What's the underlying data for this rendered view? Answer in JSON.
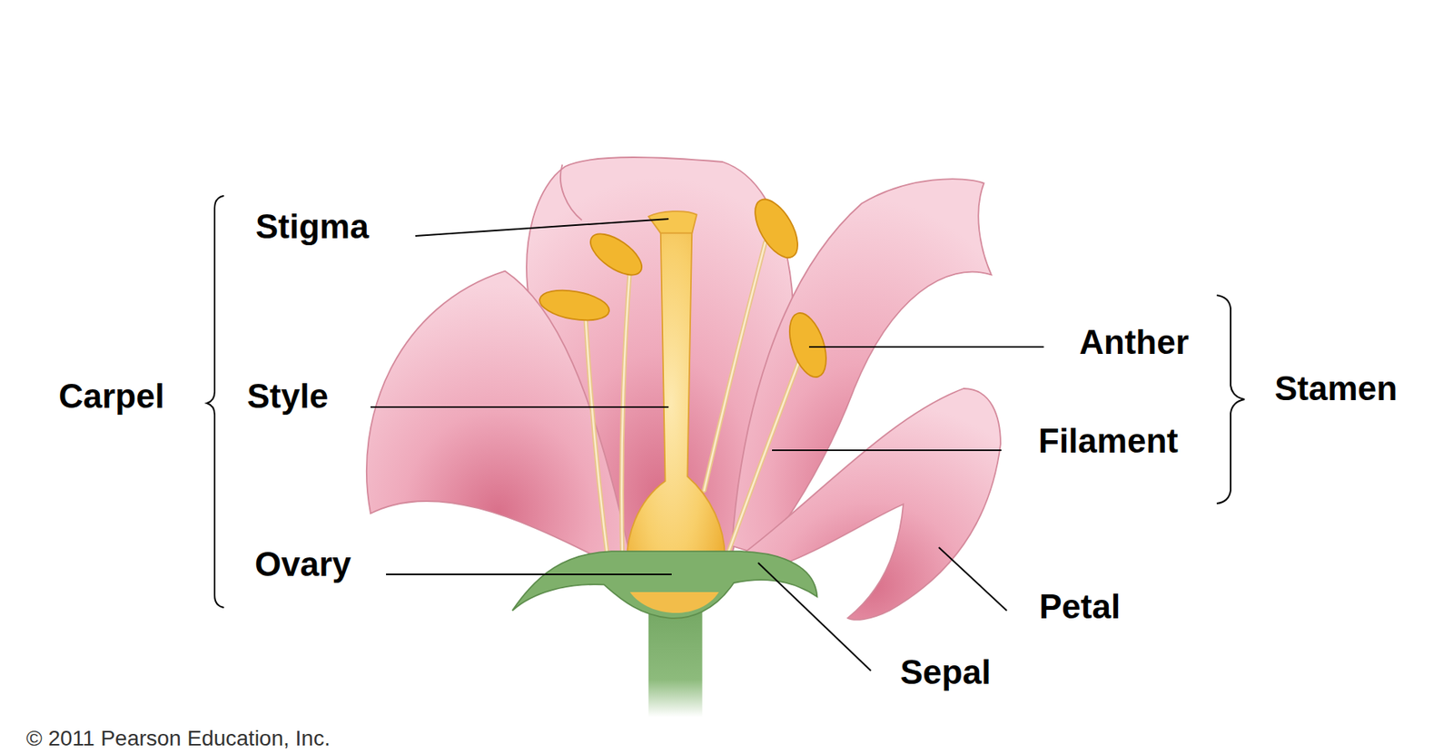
{
  "diagram": {
    "labels": [
      "Stigma",
      "Style",
      "Ovary",
      "Carpel",
      "Anther",
      "Filament",
      "Stamen",
      "Petal",
      "Sepal",
      "© 2011 Pearson Education, Inc."
    ]
  }
}
